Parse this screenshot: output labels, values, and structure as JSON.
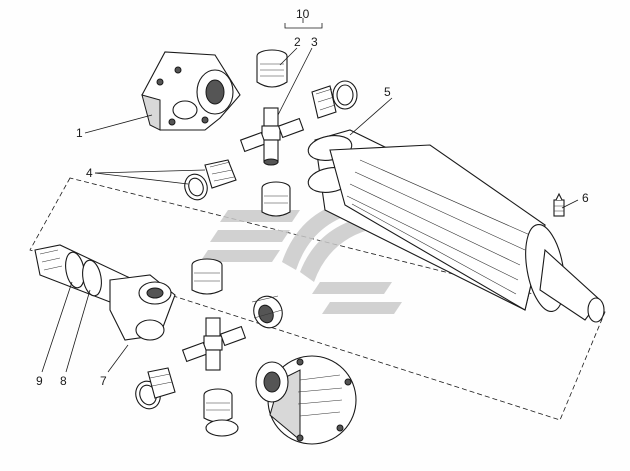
{
  "callouts": {
    "c1": "1",
    "c2": "2",
    "c3": "3",
    "c4": "4",
    "c5": "5",
    "c6": "6",
    "c7": "7",
    "c8": "8",
    "c9": "9",
    "c10": "10"
  },
  "colors": {
    "ink": "#1a1a1a",
    "watermark": "#c9c9c9"
  }
}
